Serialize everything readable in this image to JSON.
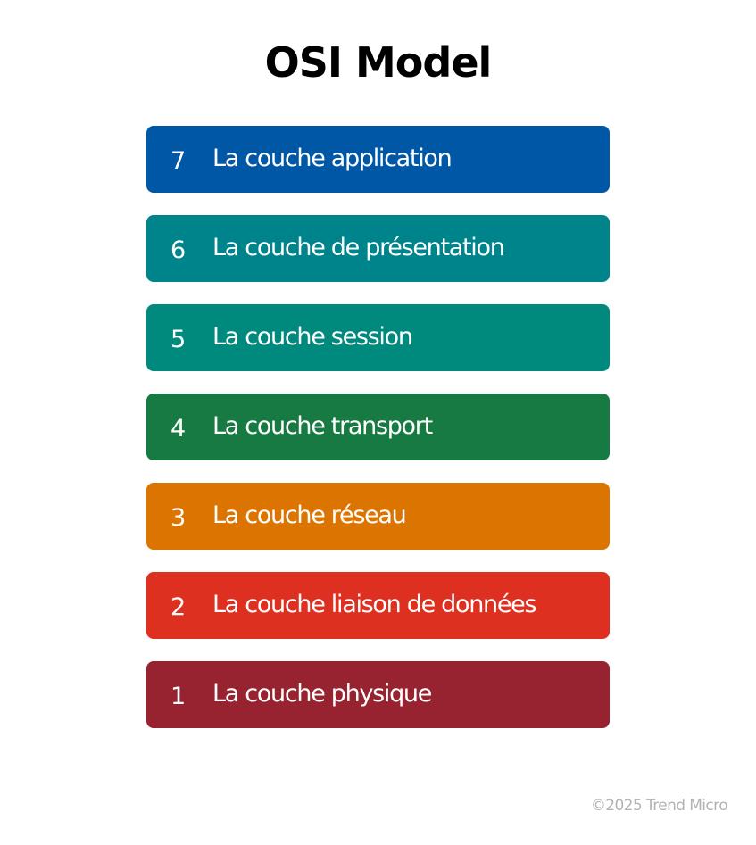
{
  "title": "OSI Model",
  "layers": [
    {
      "number": "7",
      "label": "La couche application",
      "color": "#0057A6"
    },
    {
      "number": "6",
      "label": "La couche de présentation",
      "color": "#00848C"
    },
    {
      "number": "5",
      "label": "La couche session",
      "color": "#008A7E"
    },
    {
      "number": "4",
      "label": "La couche transport",
      "color": "#187A43"
    },
    {
      "number": "3",
      "label": "La couche réseau",
      "color": "#DB7400"
    },
    {
      "number": "2",
      "label": "La couche liaison de données",
      "color": "#DE3020"
    },
    {
      "number": "1",
      "label": "La couche physique",
      "color": "#972330"
    }
  ],
  "footer": "©2025 Trend Micro"
}
